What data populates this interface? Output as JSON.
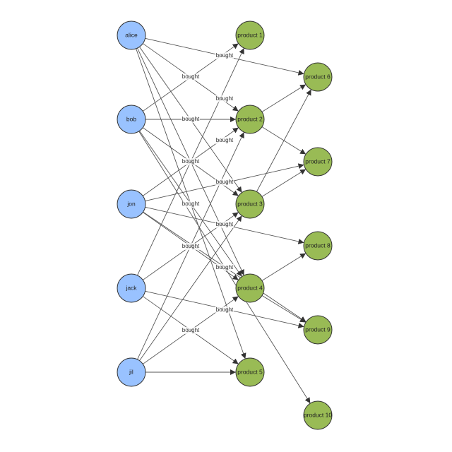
{
  "colors": {
    "person": "#99c2ff",
    "product": "#99bb55",
    "edge": "#555555"
  },
  "nodes": [
    {
      "id": "alice",
      "label": "alice",
      "kind": "person"
    },
    {
      "id": "bob",
      "label": "bob",
      "kind": "person"
    },
    {
      "id": "jon",
      "label": "jon",
      "kind": "person"
    },
    {
      "id": "jack",
      "label": "jack",
      "kind": "person"
    },
    {
      "id": "jil",
      "label": "jil",
      "kind": "person"
    },
    {
      "id": "p1",
      "label": "product 1",
      "kind": "product"
    },
    {
      "id": "p2",
      "label": "product 2",
      "kind": "product"
    },
    {
      "id": "p3",
      "label": "product 3",
      "kind": "product"
    },
    {
      "id": "p4",
      "label": "product 4",
      "kind": "product"
    },
    {
      "id": "p5",
      "label": "product 5",
      "kind": "product"
    },
    {
      "id": "p6",
      "label": "product 6",
      "kind": "product"
    },
    {
      "id": "p7",
      "label": "product 7",
      "kind": "product"
    },
    {
      "id": "p8",
      "label": "product 8",
      "kind": "product"
    },
    {
      "id": "p9",
      "label": "product 9",
      "kind": "product"
    },
    {
      "id": "p10",
      "label": "product 10",
      "kind": "product"
    }
  ],
  "edges": [
    {
      "from": "alice",
      "to": "p6"
    },
    {
      "from": "alice",
      "to": "p2"
    },
    {
      "from": "alice",
      "to": "p3"
    },
    {
      "from": "alice",
      "to": "p4"
    },
    {
      "from": "alice",
      "to": "p5"
    },
    {
      "from": "bob",
      "to": "p1"
    },
    {
      "from": "bob",
      "to": "p2"
    },
    {
      "from": "bob",
      "to": "p3"
    },
    {
      "from": "bob",
      "to": "p4"
    },
    {
      "from": "bob",
      "to": "p10"
    },
    {
      "from": "jon",
      "to": "p2"
    },
    {
      "from": "jon",
      "to": "p7"
    },
    {
      "from": "jon",
      "to": "p8"
    },
    {
      "from": "jon",
      "to": "p4"
    },
    {
      "from": "jon",
      "to": "p9"
    },
    {
      "from": "jack",
      "to": "p1"
    },
    {
      "from": "jack",
      "to": "p3"
    },
    {
      "from": "jack",
      "to": "p9"
    },
    {
      "from": "jack",
      "to": "p5"
    },
    {
      "from": "jil",
      "to": "p2"
    },
    {
      "from": "jil",
      "to": "p3"
    },
    {
      "from": "jil",
      "to": "p4"
    },
    {
      "from": "jil",
      "to": "p5"
    },
    {
      "from": "p2",
      "to": "p6"
    },
    {
      "from": "p2",
      "to": "p7"
    },
    {
      "from": "p3",
      "to": "p6"
    },
    {
      "from": "p3",
      "to": "p7"
    },
    {
      "from": "p4",
      "to": "p8"
    },
    {
      "from": "p4",
      "to": "p9"
    }
  ],
  "edge_labels": [
    {
      "text": "bought"
    },
    {
      "text": "bought"
    },
    {
      "text": "bought"
    },
    {
      "text": "bought"
    },
    {
      "text": "bought"
    },
    {
      "text": "bought"
    },
    {
      "text": "bought"
    },
    {
      "text": "bought"
    },
    {
      "text": "bought"
    },
    {
      "text": "bought"
    },
    {
      "text": "bought"
    },
    {
      "text": "bought"
    },
    {
      "text": "bought"
    },
    {
      "text": "bought"
    },
    {
      "text": "bought"
    }
  ]
}
